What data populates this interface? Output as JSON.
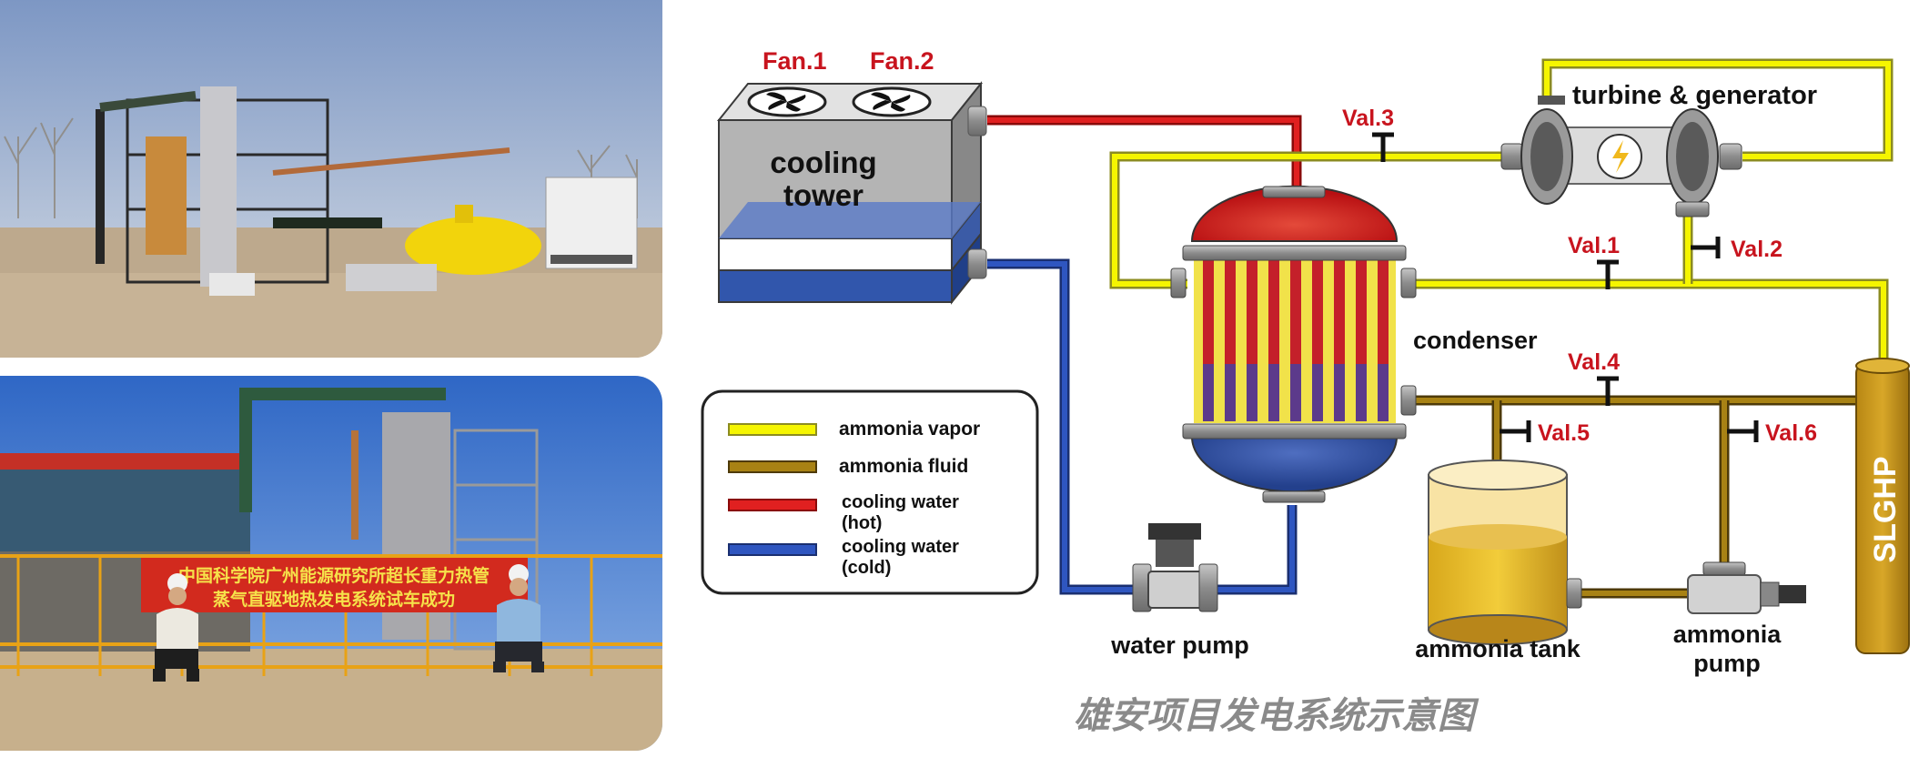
{
  "labels": {
    "fan1": "Fan.1",
    "fan2": "Fan.2",
    "cooling_tower_line1": "cooling",
    "cooling_tower_line2": "tower",
    "turbine_generator": "turbine & generator",
    "val1": "Val.1",
    "val2": "Val.2",
    "val3": "Val.3",
    "val4": "Val.4",
    "val5": "Val.5",
    "val6": "Val.6",
    "condenser": "condenser",
    "slghp": "SLGHP",
    "water_pump": "water pump",
    "ammonia_tank": "ammonia tank",
    "ammonia_pump_line1": "ammonia",
    "ammonia_pump_line2": "pump",
    "caption": "雄安项目发电系统示意图"
  },
  "legend": [
    {
      "label_line1": "ammonia vapor",
      "label_line2": "",
      "color": "#f5f500"
    },
    {
      "label_line1": "ammonia fluid",
      "label_line2": "",
      "color": "#a07c14"
    },
    {
      "label_line1": "cooling water",
      "label_line2": "(hot)",
      "color": "#d01818"
    },
    {
      "label_line1": "cooling water",
      "label_line2": "(cold)",
      "color": "#2a4aa8"
    }
  ],
  "banner": {
    "line1": "中国科学院广州能源研究所超长重力热管",
    "line2": "蒸气直驱地热发电系统试车成功"
  },
  "colors": {
    "vapor": "#f5f500",
    "fluid": "#a07c14",
    "hot": "#d01818",
    "cold": "#2a4aa8",
    "label_red": "#c8141e"
  }
}
